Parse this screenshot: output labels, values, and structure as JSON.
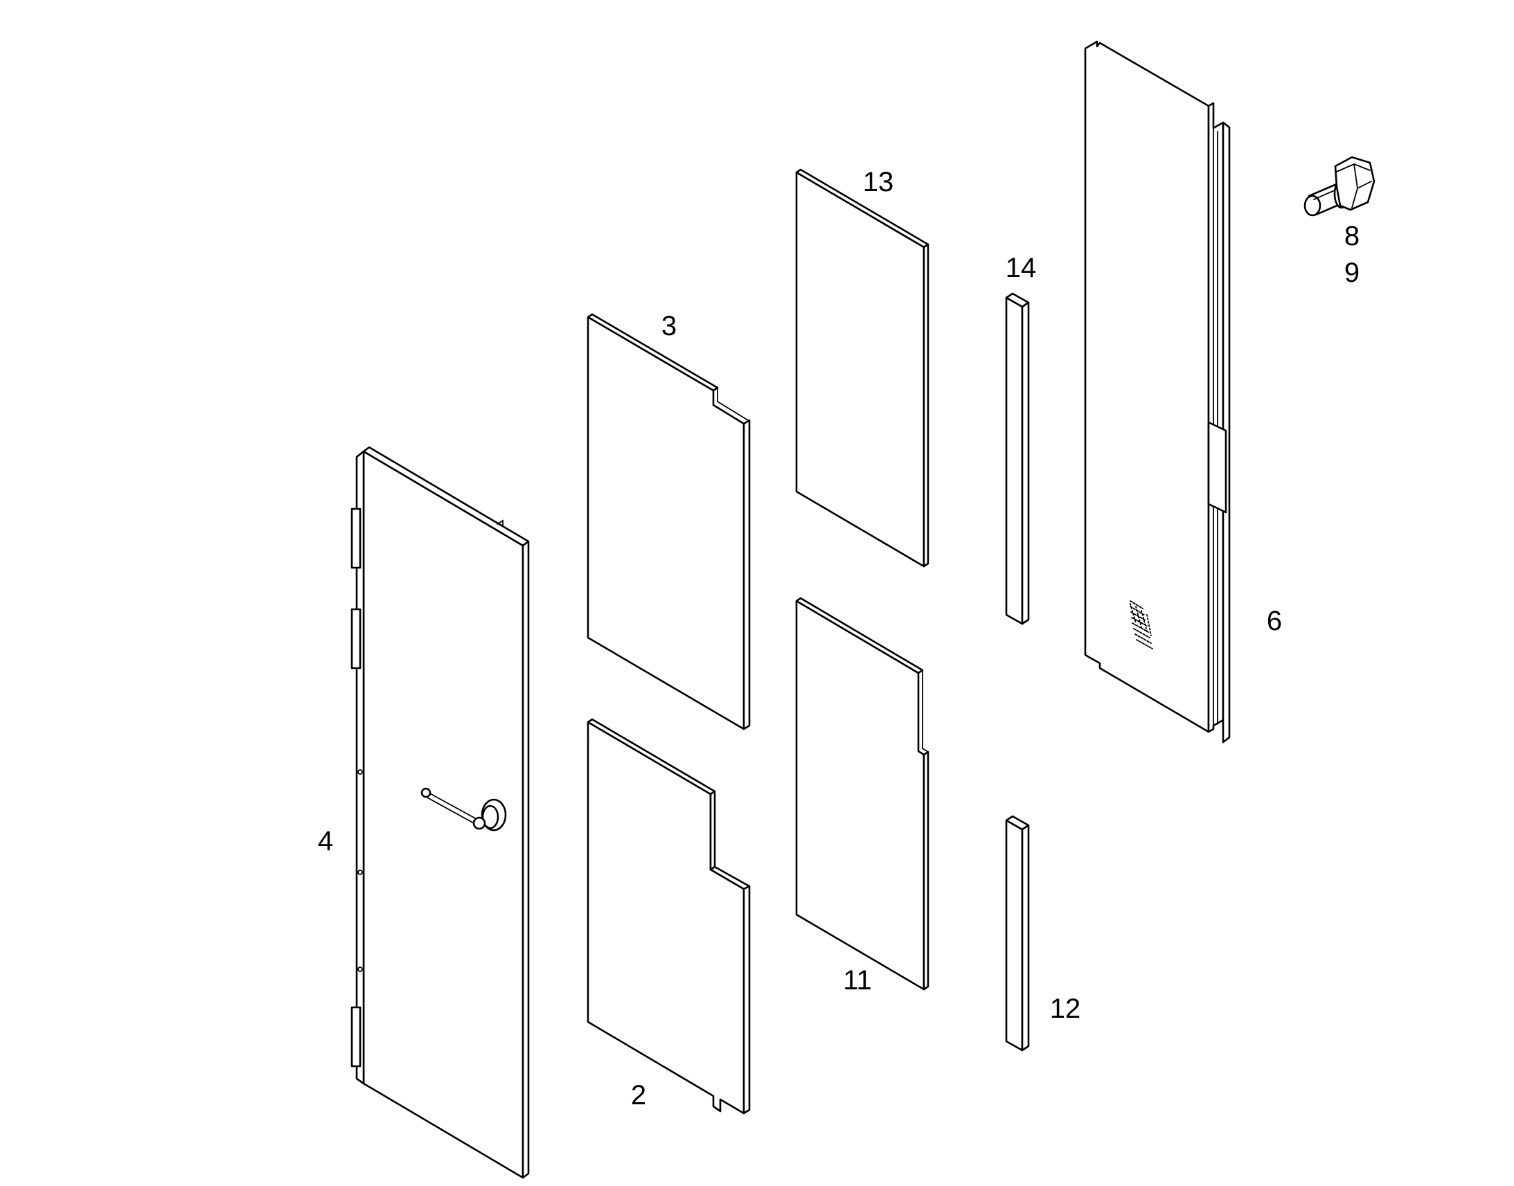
{
  "diagram": {
    "colors": {
      "line": "#000000",
      "background": "#ffffff"
    },
    "parts": [
      {
        "id": "door",
        "label": "4"
      },
      {
        "id": "panel-upper-left",
        "label": "3"
      },
      {
        "id": "panel-lower-left",
        "label": "2"
      },
      {
        "id": "panel-upper-middle",
        "label": "13"
      },
      {
        "id": "panel-lower-middle",
        "label": "11"
      },
      {
        "id": "strip-upper",
        "label": "14"
      },
      {
        "id": "strip-lower",
        "label": "12"
      },
      {
        "id": "back-panel",
        "label": "6"
      },
      {
        "id": "bolt",
        "label": "8"
      },
      {
        "id": "washer",
        "label": "9"
      }
    ]
  }
}
